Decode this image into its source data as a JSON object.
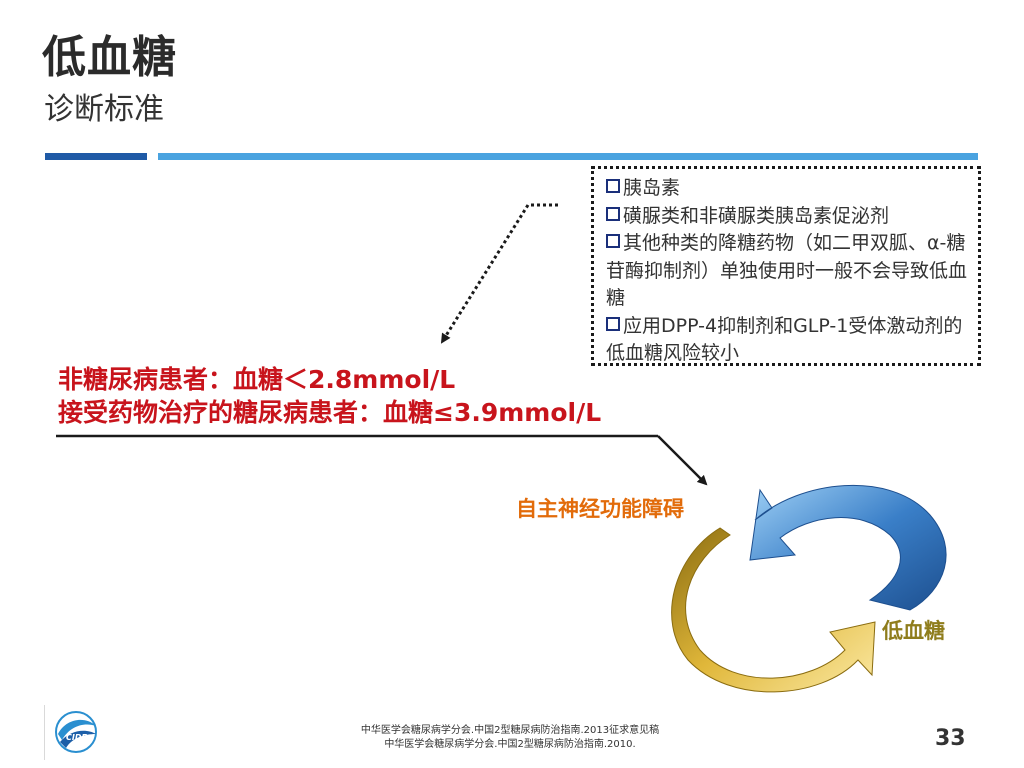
{
  "slide": {
    "title": "低血糖",
    "subtitle": "诊断标准",
    "accent_dark": "#1f5aa6",
    "accent_light": "#4aa3e0"
  },
  "drug_box": {
    "items": [
      "胰岛素",
      "磺脲类和非磺脲类胰岛素促泌剂",
      "其他种类的降糖药物（如二甲双胍、α-糖苷酶抑制剂）单独使用时一般不会导致低血糖",
      "应用DPP-4抑制剂和GLP-1受体激动剂的低血糖风险较小"
    ],
    "bullet_icon": "square-bullet-icon"
  },
  "criteria": {
    "line1": "非糖尿病患者：血糖＜2.8mmol/L",
    "line2": "接受药物治疗的糖尿病患者：血糖≤3.9mmol/L",
    "color": "#c8141c"
  },
  "cycle": {
    "label_autonomic": "自主神经功能障碍",
    "label_hypoglycemia": "低血糖",
    "color_autonomic": "#e26b0a",
    "color_hypoglycemia": "#8f7d1c",
    "blue_arrow": "#3a7fc8",
    "gold_arrow": "#d9ad2a"
  },
  "footer": {
    "ref1": "中华医学会糖尿病学分会.中国2型糖尿病防治指南.2013征求意见稿",
    "ref2": "中华医学会糖尿病学分会.中国2型糖尿病防治指南.2010.",
    "page_number": "33",
    "logo_text": "CIDE"
  }
}
